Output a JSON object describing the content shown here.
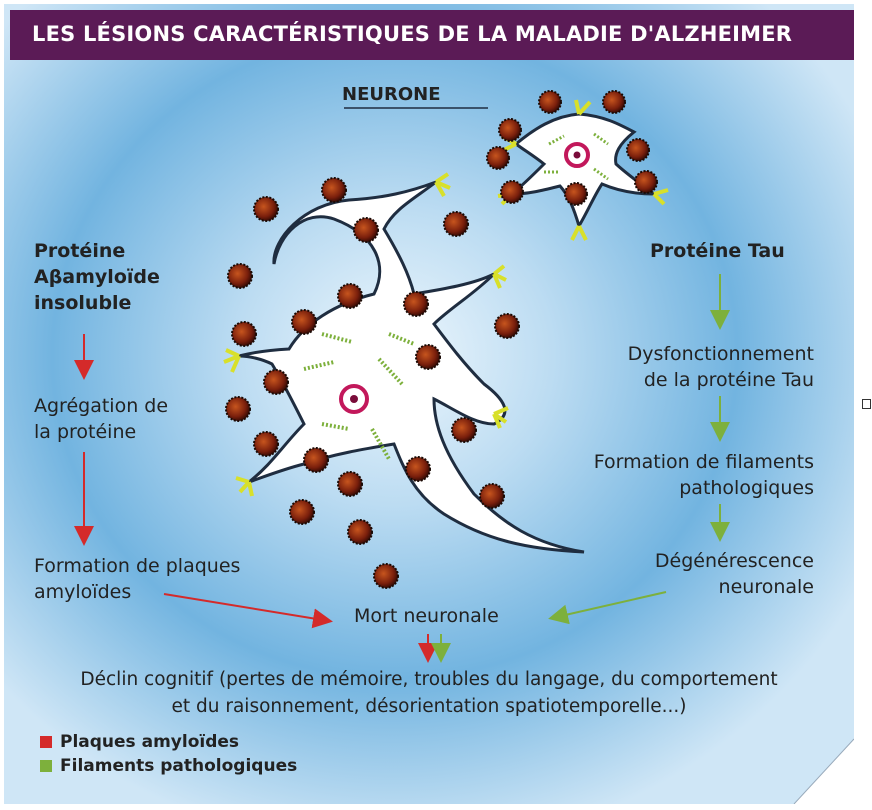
{
  "title": "LES LÉSIONS CARACTÉRISTIQUES DE LA MALADIE D'ALZHEIMER",
  "neuron_label": "NEURONE",
  "left_column": {
    "heading_line1": "Protéine",
    "heading_line2": "Aβamyloïde",
    "heading_line3": "insoluble",
    "step1_line1": "Agrégation de",
    "step1_line2": "la protéine",
    "step2_line1": "Formation de plaques",
    "step2_line2": "amyloïdes"
  },
  "right_column": {
    "heading": "Protéine Tau",
    "step1_line1": "Dysfonctionnement",
    "step1_line2": "de la protéine Tau",
    "step2_line1": "Formation de filaments",
    "step2_line2": "pathologiques",
    "step3_line1": "Dégénérescence",
    "step3_line2": "neuronale"
  },
  "outcome": "Mort neuronale",
  "decline_line1": "Déclin cognitif (pertes de mémoire, troubles du langage, du comportement",
  "decline_line2": "et du raisonnement, désorientation spatiotemporelle...)",
  "legend": [
    {
      "label": "Plaques amyloïdes",
      "color": "#d42a2a"
    },
    {
      "label": "Filaments pathologiques",
      "color": "#7db03c"
    }
  ],
  "colors": {
    "header": "#5b1b56",
    "red_arrow": "#d42a2a",
    "green_arrow": "#7db03c",
    "background_glow": "#6fb2df"
  }
}
